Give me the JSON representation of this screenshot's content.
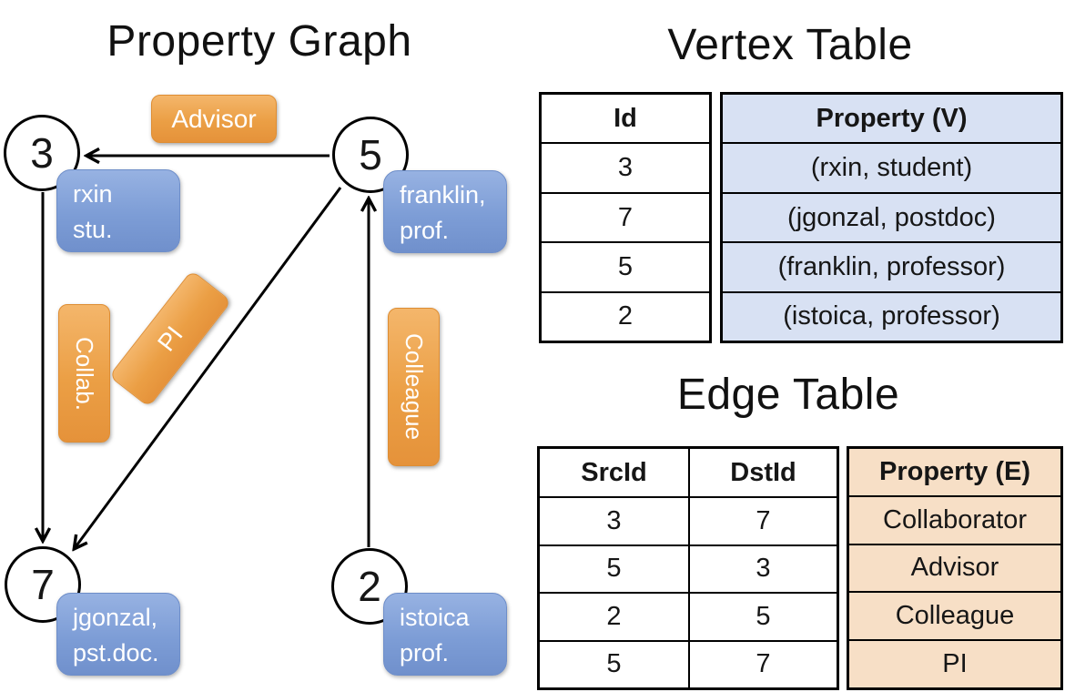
{
  "graph_panel": {
    "title": "Property Graph",
    "nodes": {
      "n3": {
        "id": "3",
        "prop1": "rxin",
        "prop2": "stu."
      },
      "n5": {
        "id": "5",
        "prop1": "franklin,",
        "prop2": "prof."
      },
      "n7": {
        "id": "7",
        "prop1": "jgonzal,",
        "prop2": "pst.doc."
      },
      "n2": {
        "id": "2",
        "prop1": "istoica",
        "prop2": "prof."
      }
    },
    "edge_labels": {
      "advisor": "Advisor",
      "collab": "Collab.",
      "pi": "PI",
      "colleague": "Colleague"
    }
  },
  "vertex_table": {
    "title": "Vertex Table",
    "col_id": "Id",
    "col_property": "Property (V)",
    "rows": [
      {
        "id": "3",
        "property": "(rxin, student)"
      },
      {
        "id": "7",
        "property": "(jgonzal, postdoc)"
      },
      {
        "id": "5",
        "property": "(franklin, professor)"
      },
      {
        "id": "2",
        "property": "(istoica, professor)"
      }
    ]
  },
  "edge_table": {
    "title": "Edge Table",
    "col_src": "SrcId",
    "col_dst": "DstId",
    "col_property": "Property (E)",
    "rows": [
      {
        "src": "3",
        "dst": "7",
        "property": "Collaborator"
      },
      {
        "src": "5",
        "dst": "3",
        "property": "Advisor"
      },
      {
        "src": "2",
        "dst": "5",
        "property": "Colleague"
      },
      {
        "src": "5",
        "dst": "7",
        "property": "PI"
      }
    ]
  },
  "colors": {
    "edge_label_orange": "#EDA14C",
    "vertex_label_blue": "#82A3DB",
    "vertex_property_bg": "#D8E1F3",
    "edge_property_bg": "#F7DFC6",
    "line_black": "#000000"
  }
}
